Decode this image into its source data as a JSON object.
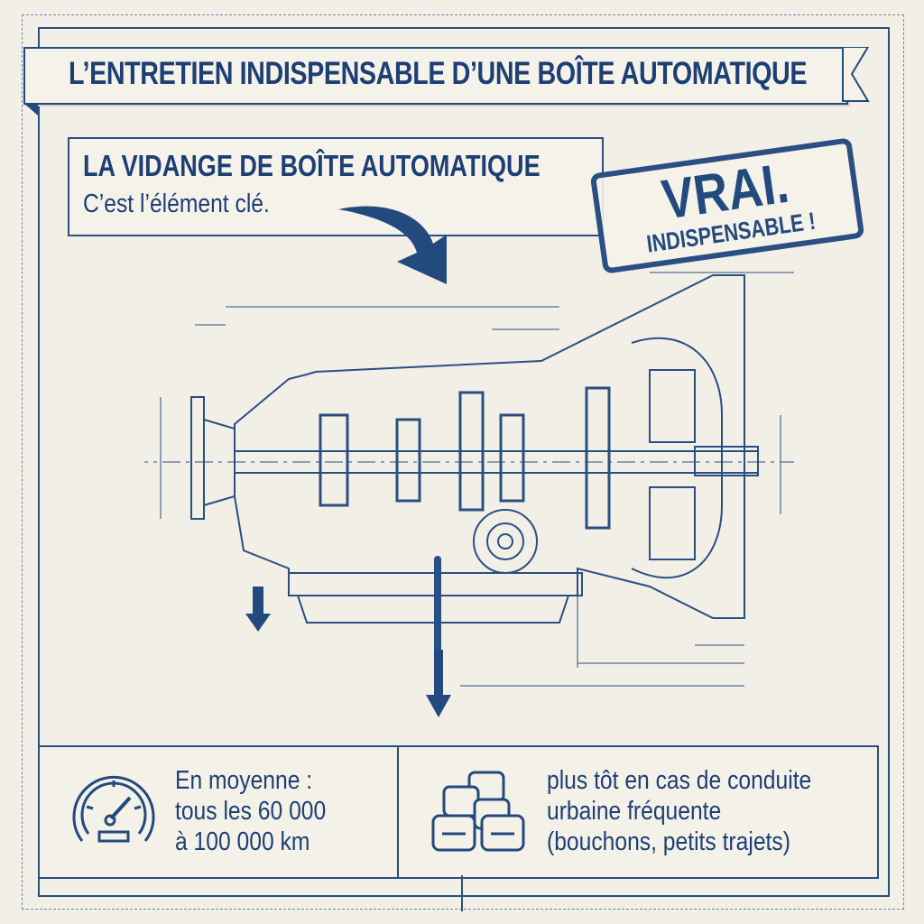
{
  "title": "L’ENTRETIEN INDISPENSABLE D’UNE BOÎTE AUTOMATIQUE",
  "subtitle": {
    "heading": "LA VIDANGE DE BOÎTE AUTOMATIQUE",
    "text": "C’est l’élément clé."
  },
  "stamp": {
    "big": "VRAI.",
    "small": "INDISPENSABLE !"
  },
  "bottom": {
    "left": {
      "icon": "speedometer-icon",
      "lines": [
        "En moyenne :",
        "tous les 60 000",
        "à 100 000 km"
      ]
    },
    "right": {
      "icon": "traffic-jam-cars-icon",
      "lines": [
        "plus tôt en cas de conduite",
        "urbaine fréquente",
        "(bouchons, petits trajets)"
      ]
    }
  },
  "colors": {
    "ink": "#1e4478",
    "paper": "#f2efe7"
  }
}
